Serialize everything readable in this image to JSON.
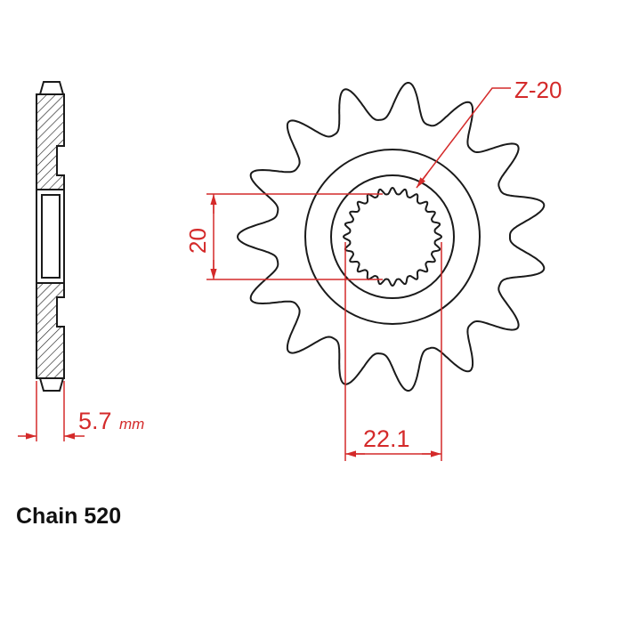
{
  "colors": {
    "outline": "#1a1a1a",
    "dimension": "#d42a2a"
  },
  "labels": {
    "spline_spec": "Z-20",
    "spline_height": "20",
    "spline_width": "22.1",
    "thickness_value": "5.7",
    "thickness_unit": "mm",
    "caption": "Chain 520"
  }
}
